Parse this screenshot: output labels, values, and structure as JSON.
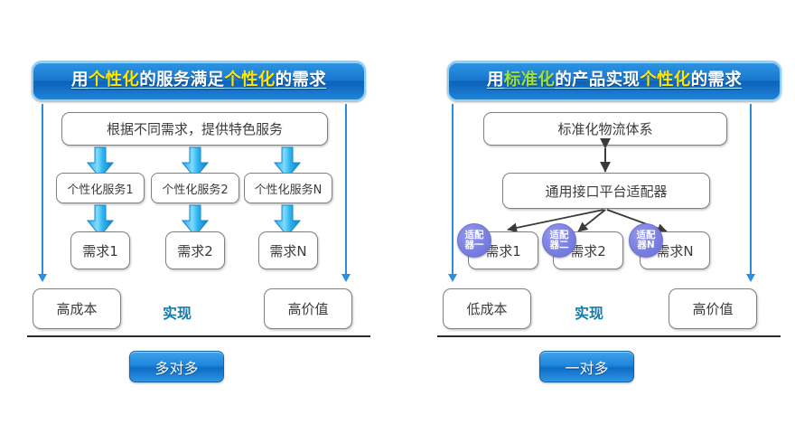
{
  "meta": {
    "colors": {
      "header_blue": "#1878cf",
      "header_border": "#8fd0f5",
      "highlight_yellow": "#ffe600",
      "highlight_green": "#9fe03c",
      "rail_blue": "#2b8fe0",
      "fat_arrow_blue": "#29b3ef",
      "adapter_purple": "#7a80e0",
      "realize_teal": "#1479a6",
      "box_border_gray": "#808080",
      "divider_black": "#2b2b2b"
    }
  },
  "left": {
    "header": {
      "part1": "用",
      "highlight1": "个性化",
      "part2": "的服务满足",
      "highlight2": "个性化",
      "part3": "的需求"
    },
    "top_box": "根据不同需求，提供特色服务",
    "services": [
      "个性化服务1",
      "个性化服务2",
      "个性化服务N"
    ],
    "demands": [
      "需求1",
      "需求2",
      "需求N"
    ],
    "cost_box": "高成本",
    "realize_label": "实现",
    "value_box": "高价值",
    "button": "多对多"
  },
  "right": {
    "header": {
      "part1": "用",
      "highlight1": "标准化",
      "part2": "的产品实现",
      "highlight2": "个性化",
      "part3": "的需求"
    },
    "top_box": "标准化物流体系",
    "platform_box": "通用接口平台适配器",
    "adapters": [
      {
        "line1": "适配",
        "line2": "器一"
      },
      {
        "line1": "适配",
        "line2": "器二"
      },
      {
        "line1": "适配",
        "line2": "器N"
      }
    ],
    "demands": [
      "需求1",
      "需求2",
      "需求N"
    ],
    "cost_box": "低成本",
    "realize_label": "实现",
    "value_box": "高价值",
    "button": "一对多"
  }
}
